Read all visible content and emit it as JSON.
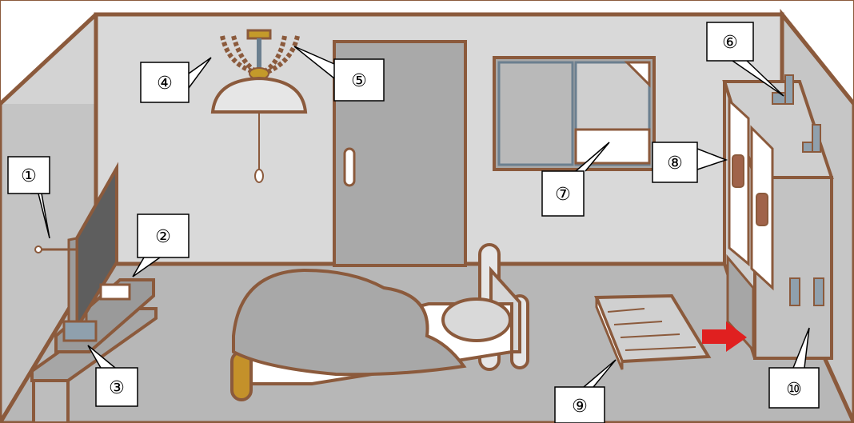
{
  "labels": {
    "l1": "①",
    "l2": "②",
    "l3": "③",
    "l4": "④",
    "l5": "⑤",
    "l6": "⑥",
    "l7": "⑦",
    "l8": "⑧",
    "l9": "⑨",
    "l10": "⑩"
  },
  "colors": {
    "outline": "#8b5a3c",
    "wall": "#c9c9c9",
    "back_wall": "#d9d9d9",
    "floor": "#b5b5b5",
    "door": "#a8a8a8",
    "arrow": "#e02020"
  }
}
